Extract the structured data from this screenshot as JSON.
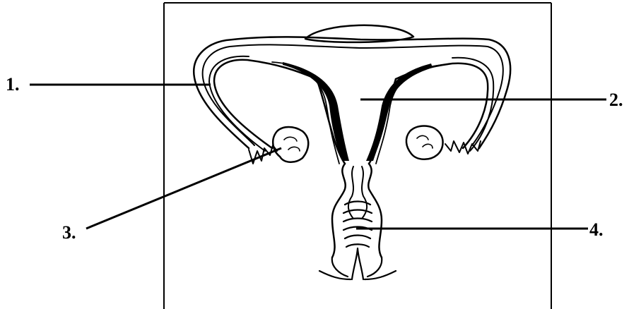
{
  "labels": [
    {
      "id": "1",
      "text": "1."
    },
    {
      "id": "2",
      "text": "2."
    },
    {
      "id": "3",
      "text": "3."
    },
    {
      "id": "4",
      "text": "4."
    }
  ]
}
